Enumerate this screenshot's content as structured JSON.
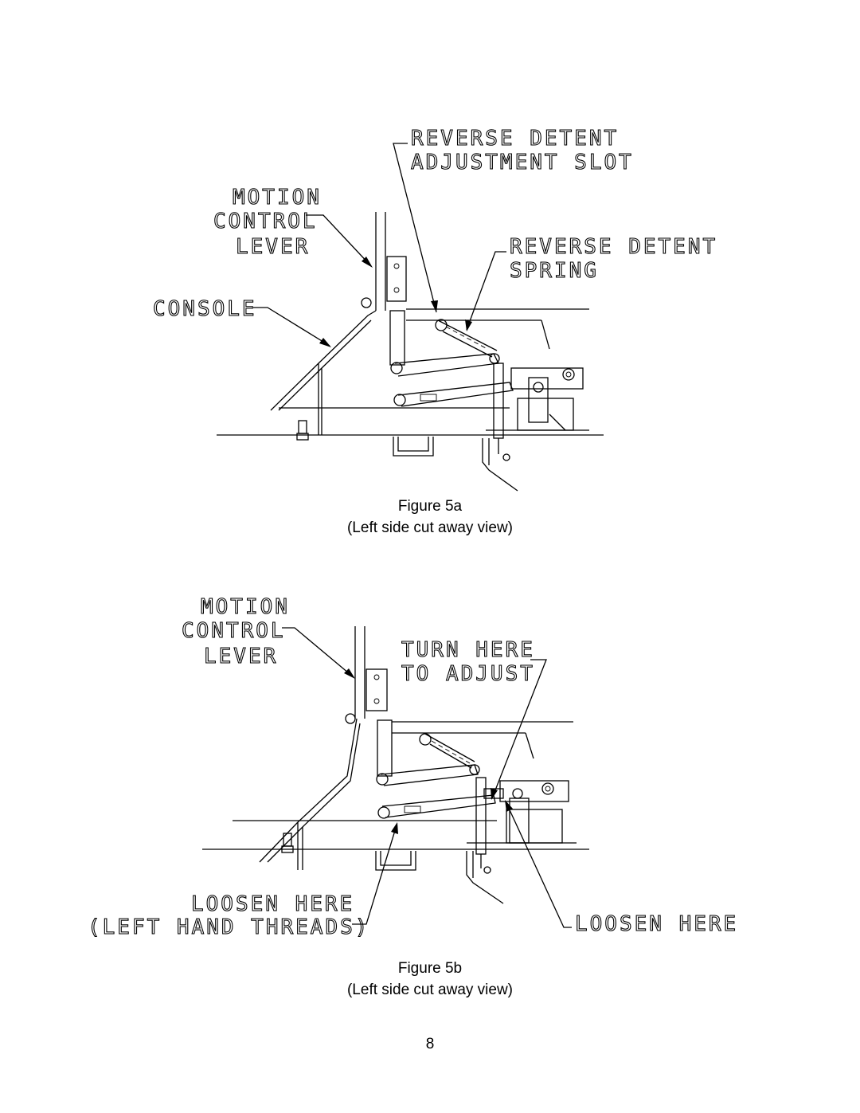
{
  "figure_a": {
    "labels": {
      "reverse_detent_slot_line1": "REVERSE DETENT",
      "reverse_detent_slot_line2": "ADJUSTMENT SLOT",
      "motion_line1": "MOTION",
      "motion_line2": "CONTROL",
      "motion_line3": "LEVER",
      "spring_line1": "REVERSE DETENT",
      "spring_line2": "SPRING",
      "console": "CONSOLE"
    },
    "caption_title": "Figure 5a",
    "caption_sub": "(Left side cut away view)"
  },
  "figure_b": {
    "labels": {
      "motion_line1": "MOTION",
      "motion_line2": "CONTROL",
      "motion_line3": "LEVER",
      "turn_line1": "TURN HERE",
      "turn_line2": "TO ADJUST",
      "loosen_left_line1": "LOOSEN HERE",
      "loosen_left_line2": "(LEFT HAND THREADS)",
      "loosen_right": "LOOSEN HERE"
    },
    "caption_title": "Figure 5b",
    "caption_sub": "(Left side cut away view)"
  },
  "page_number": "8"
}
